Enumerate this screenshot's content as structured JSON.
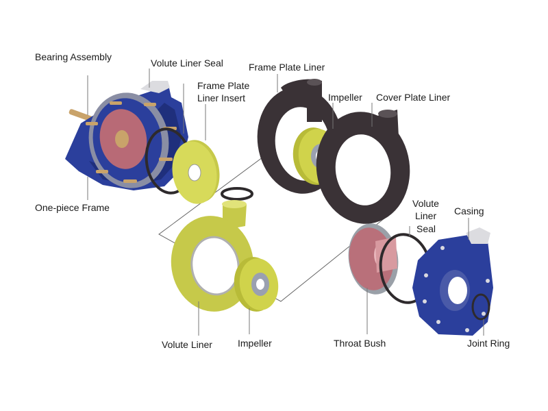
{
  "labels": {
    "bearing_assembly": "Bearing Assembly",
    "volute_liner_seal_top": "Volute Liner Seal",
    "frame_plate_liner": "Frame Plate Liner",
    "frame_plate_liner_insert_1": "Frame Plate",
    "frame_plate_liner_insert_2": "Liner Insert",
    "impeller_top": "Impeller",
    "cover_plate_liner": "Cover Plate Liner",
    "one_piece_frame": "One-piece Frame",
    "volute_liner_seal_right_1": "Volute",
    "volute_liner_seal_right_2": "Liner",
    "volute_liner_seal_right_3": "Seal",
    "casing": "Casing",
    "volute_liner": "Volute Liner",
    "impeller_bottom": "Impeller",
    "throat_bush": "Throat Bush",
    "joint_ring": "Joint Ring"
  },
  "colors": {
    "frame_blue": "#2b3f9c",
    "liner_yellow": "#cfd247",
    "rubber_dark": "#3a3236",
    "throat_red": "#b9707a"
  }
}
